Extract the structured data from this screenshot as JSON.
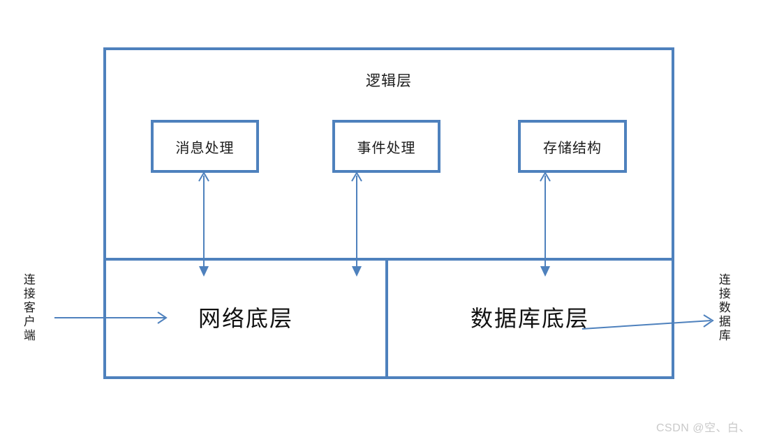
{
  "theme": {
    "accent": "#4E81BD",
    "text": "#1b1b1b",
    "watermark_color": "#c9c9c9",
    "background": "#ffffff"
  },
  "diagram": {
    "title": "逻辑层",
    "modules": [
      {
        "id": "message-processing",
        "label": "消息处理"
      },
      {
        "id": "event-processing",
        "label": "事件处理"
      },
      {
        "id": "storage-structure",
        "label": "存储结构"
      }
    ],
    "bottom_layers": [
      {
        "id": "network-bottom-layer",
        "label": "网络底层"
      },
      {
        "id": "database-bottom-layer",
        "label": "数据库底层"
      }
    ],
    "side_captions": [
      {
        "id": "connect-client",
        "label": "连接客户端"
      },
      {
        "id": "connect-database",
        "label": "连接数据库"
      }
    ],
    "connectors": [
      {
        "id": "msg-to-network",
        "kind": "double-headed-vertical"
      },
      {
        "id": "evt-to-network",
        "kind": "double-headed-vertical"
      },
      {
        "id": "sto-to-database",
        "kind": "double-headed-vertical"
      },
      {
        "id": "client-inbound",
        "kind": "single-headed-horizontal"
      },
      {
        "id": "database-outbound",
        "kind": "single-headed-horizontal"
      }
    ]
  },
  "watermark": {
    "text": "CSDN @空、白、"
  }
}
